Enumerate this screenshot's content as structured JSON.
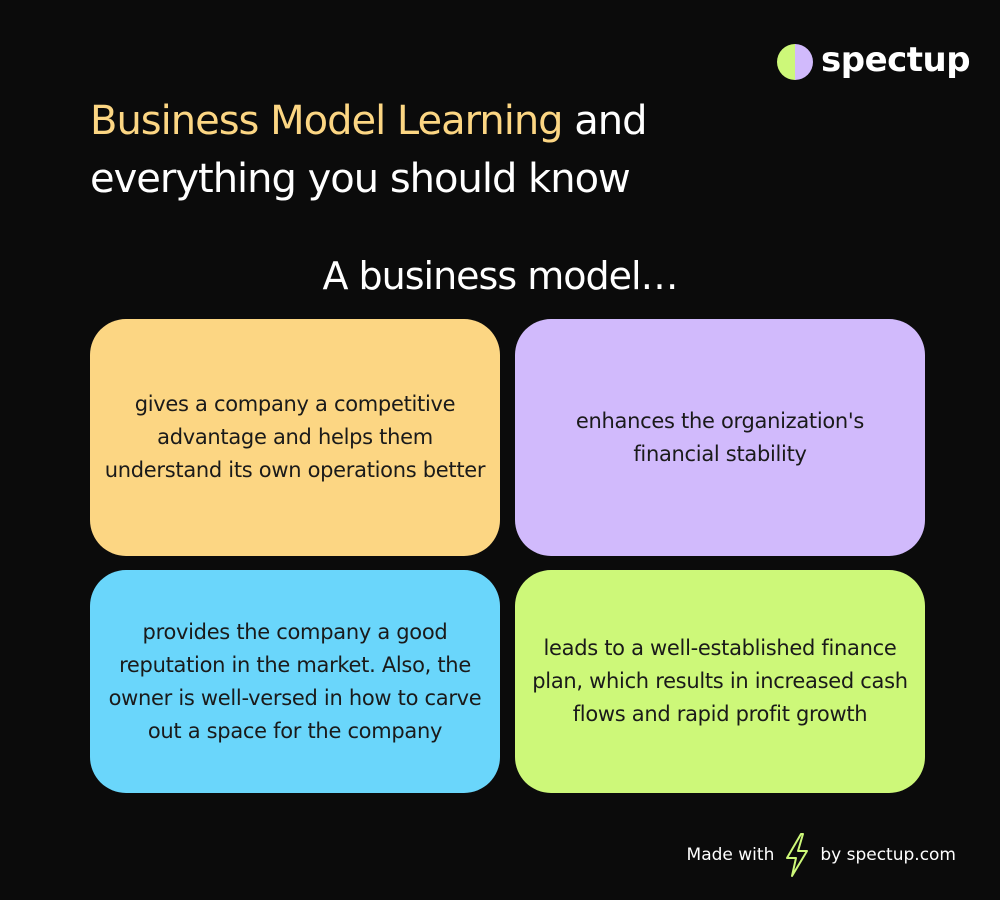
{
  "brand": {
    "name": "spectup",
    "mark_colors": {
      "left": "#cdf879",
      "right": "#d1bafc"
    }
  },
  "headline": {
    "accent": "Business Model Learning",
    "rest_line1": " and",
    "line2": "everything you should know",
    "accent_color": "#fcd683"
  },
  "subtitle": "A business model…",
  "cards": [
    {
      "text": "gives a company a competitive advantage and helps them understand its own operations better",
      "color": "#fcd683"
    },
    {
      "text": "enhances the organization's financial stability",
      "color": "#d1bafc"
    },
    {
      "text": "provides the company a good reputation in the market. Also, the owner is well-versed in how to carve out a space for the company",
      "color": "#6ad6fb"
    },
    {
      "text": "leads to a well-established finance plan, which results in increased cash flows and rapid profit growth",
      "color": "#cdf879"
    }
  ],
  "footer": {
    "made_with": "Made with",
    "by": "by spectup.com",
    "icon": "lightning-bolt-icon",
    "icon_color": "#cdf879"
  }
}
